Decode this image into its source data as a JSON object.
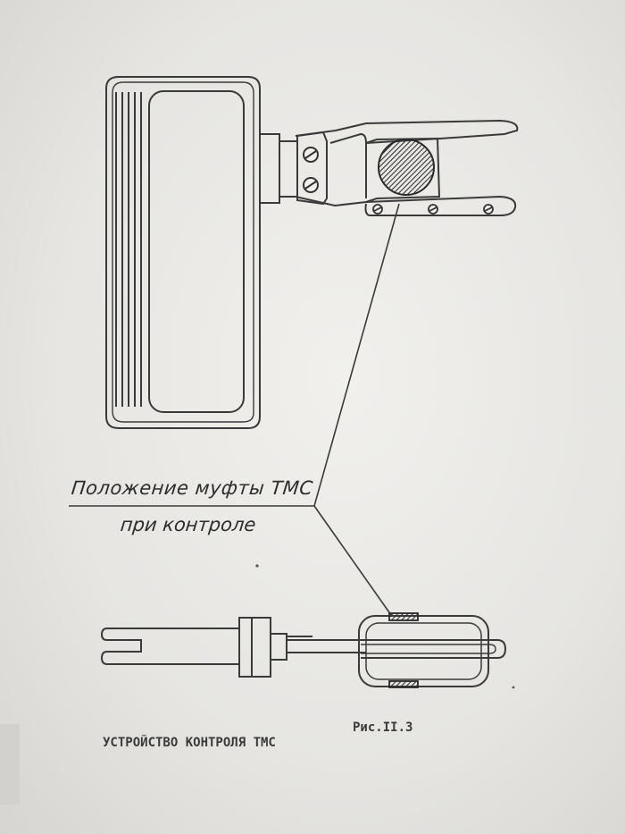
{
  "callout": {
    "line1": "Положение муфты ТМС",
    "line2": "при контроле"
  },
  "figure": {
    "number": "Рис.II.3",
    "caption": "УСТРОЙСТВО КОНТРОЛЯ ТМС"
  }
}
